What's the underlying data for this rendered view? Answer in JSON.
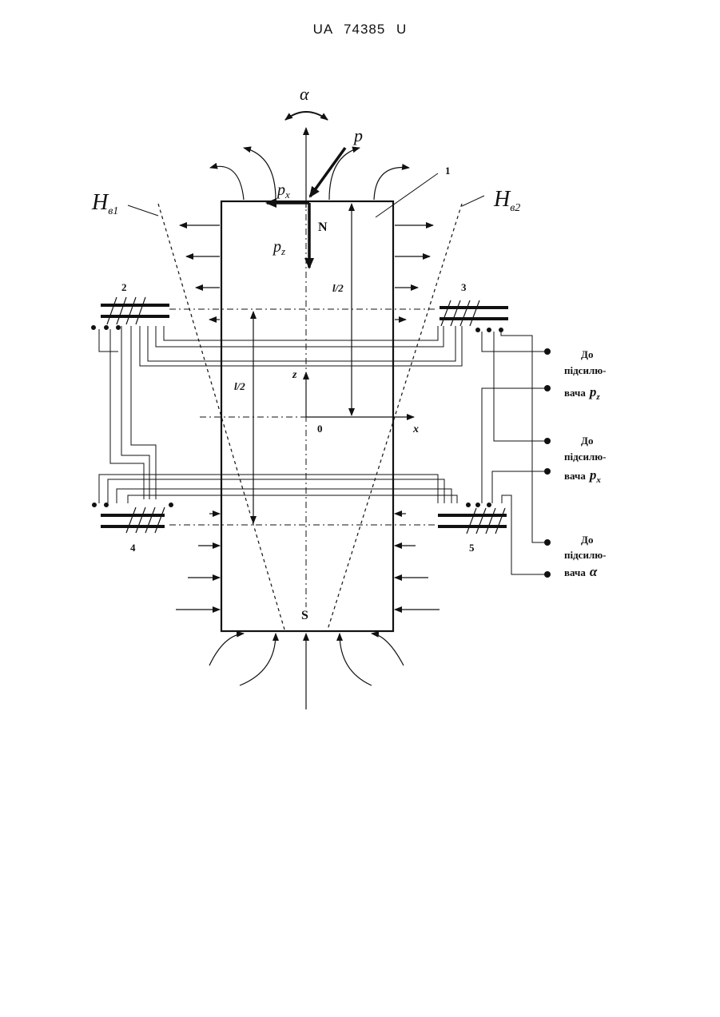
{
  "header": {
    "doc_id": "UA   74385   U"
  },
  "figure": {
    "labels": {
      "angle": "α",
      "force": "p",
      "force_x": "p",
      "force_x_sub": "x",
      "force_z": "p",
      "force_z_sub": "z",
      "pole_north": "N",
      "pole_south": "S",
      "field_1": "H",
      "field_1_sub": "в1",
      "field_2": "H",
      "field_2_sub": "в2",
      "half_length_upper": "l/2",
      "half_length_lower": "l/2",
      "axis_z": "z",
      "axis_x": "x",
      "origin": "0",
      "part_1": "1",
      "part_2": "2",
      "part_3": "3",
      "part_4": "4",
      "part_5": "5"
    },
    "outputs": [
      {
        "line1": "До",
        "line2": "підсилю-",
        "line3": "вача",
        "symbol": "p",
        "sub": "z"
      },
      {
        "line1": "До",
        "line2": "підсилю-",
        "line3": "вача",
        "symbol": "p",
        "sub": "x"
      },
      {
        "line1": "До",
        "line2": "підсилю-",
        "line3": "вача",
        "symbol": "α",
        "sub": ""
      }
    ]
  }
}
